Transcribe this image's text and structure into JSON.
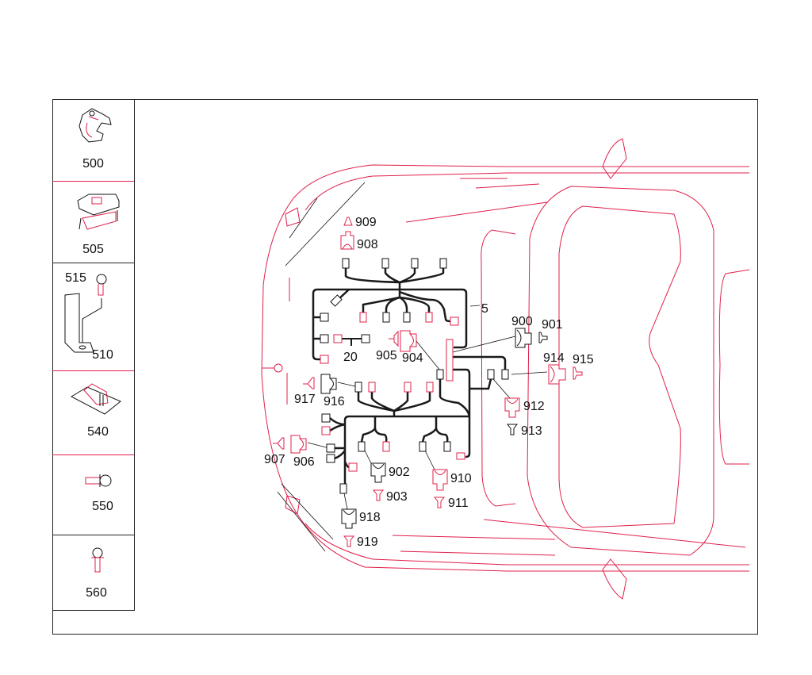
{
  "colors": {
    "outline": "#e0204a",
    "harness": "#1a1a1a",
    "frame": "#222222"
  },
  "parts_panel": [
    {
      "label": "500",
      "icon": "wire-clip"
    },
    {
      "label": "505",
      "icon": "harness-holder"
    },
    {
      "label": "515",
      "icon": "bolt"
    },
    {
      "label": "510",
      "icon": "bracket"
    },
    {
      "label": "540",
      "icon": "cable-clip-base"
    },
    {
      "label": "550",
      "icon": "screw"
    },
    {
      "label": "560",
      "icon": "bolt"
    }
  ],
  "callouts": {
    "c5": "5",
    "c20": "20",
    "c900": "900",
    "c901": "901",
    "c902": "902",
    "c903": "903",
    "c904": "904",
    "c905": "905",
    "c906": "906",
    "c907": "907",
    "c908": "908",
    "c909": "909",
    "c910": "910",
    "c911": "911",
    "c912": "912",
    "c913": "913",
    "c914": "914",
    "c915": "915",
    "c916": "916",
    "c917": "917",
    "c918": "918",
    "c919": "919"
  }
}
